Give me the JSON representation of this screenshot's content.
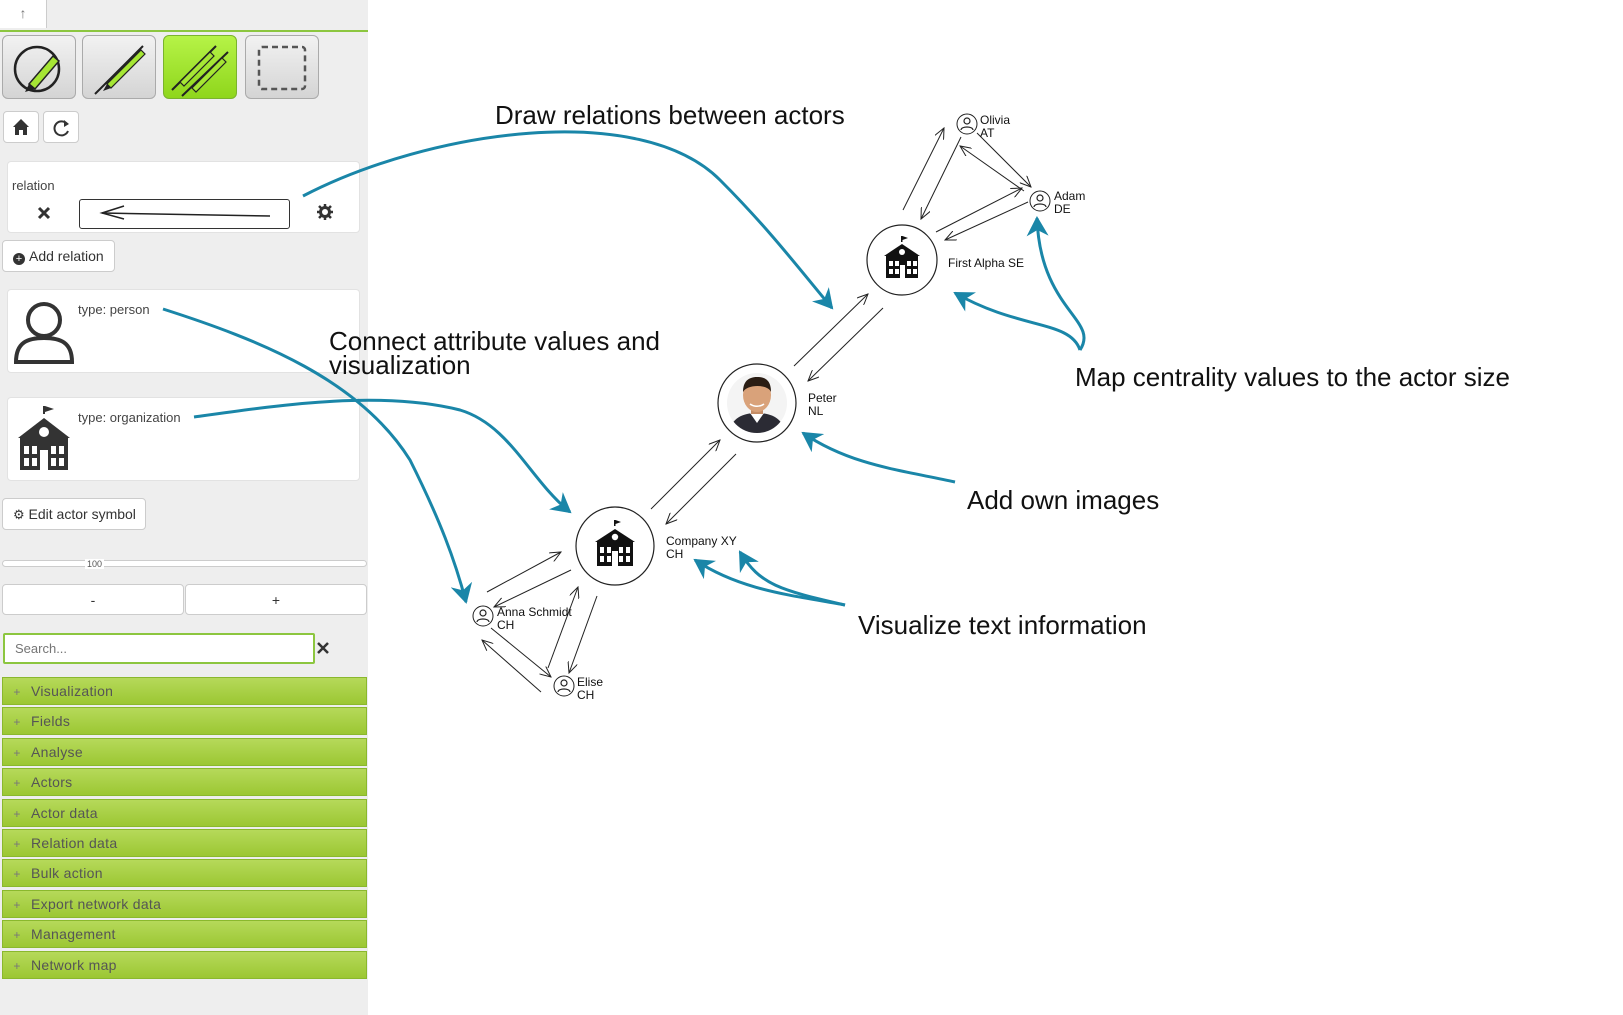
{
  "sidebar": {
    "up_tab": "↑",
    "relation_panel": {
      "label": "relation"
    },
    "add_relation_label": "Add relation",
    "type_person_label": "type: person",
    "type_organization_label": "type: organization",
    "edit_actor_symbol_label": "Edit actor symbol",
    "slider": {
      "value": "100",
      "fraction": 0.25
    },
    "minus_label": "-",
    "plus_label": "+",
    "search": {
      "placeholder": "Search...",
      "value": ""
    },
    "accordion": [
      "Visualization",
      "Fields",
      "Analyse",
      "Actors",
      "Actor data",
      "Relation data",
      "Bulk action",
      "Export network data",
      "Management",
      "Network map"
    ]
  },
  "network": {
    "actors": {
      "olivia": {
        "name": "Olivia",
        "country": "AT",
        "type": "person"
      },
      "adam": {
        "name": "Adam",
        "country": "DE",
        "type": "person"
      },
      "first_alpha": {
        "name": "First Alpha SE",
        "type": "organization"
      },
      "peter": {
        "name": "Peter",
        "country": "NL",
        "type": "photo"
      },
      "company_xy": {
        "name": "Company XY",
        "country": "CH",
        "type": "organization"
      },
      "anna": {
        "name": "Anna Schmidt",
        "country": "CH",
        "type": "person"
      },
      "elise": {
        "name": "Elise",
        "country": "CH",
        "type": "person"
      }
    }
  },
  "annotations": {
    "draw_relations": "Draw relations between actors",
    "connect_attr_line1": "Connect attribute values and",
    "connect_attr_line2": "visualization",
    "map_centrality": "Map centrality values to the actor size",
    "add_images": "Add own images",
    "visualize_text": "Visualize text information"
  },
  "colors": {
    "accent": "#8cc63f",
    "annotation_arrow": "#1a86a8",
    "active_tool": "#a6e634"
  },
  "icons": [
    "circle-draw-icon",
    "pencil-line-icon",
    "double-pencil-icon",
    "dashed-select-icon",
    "home-icon",
    "refresh-icon",
    "close-icon",
    "gear-icon",
    "plus-circle-icon",
    "person-icon",
    "school-building-icon"
  ]
}
